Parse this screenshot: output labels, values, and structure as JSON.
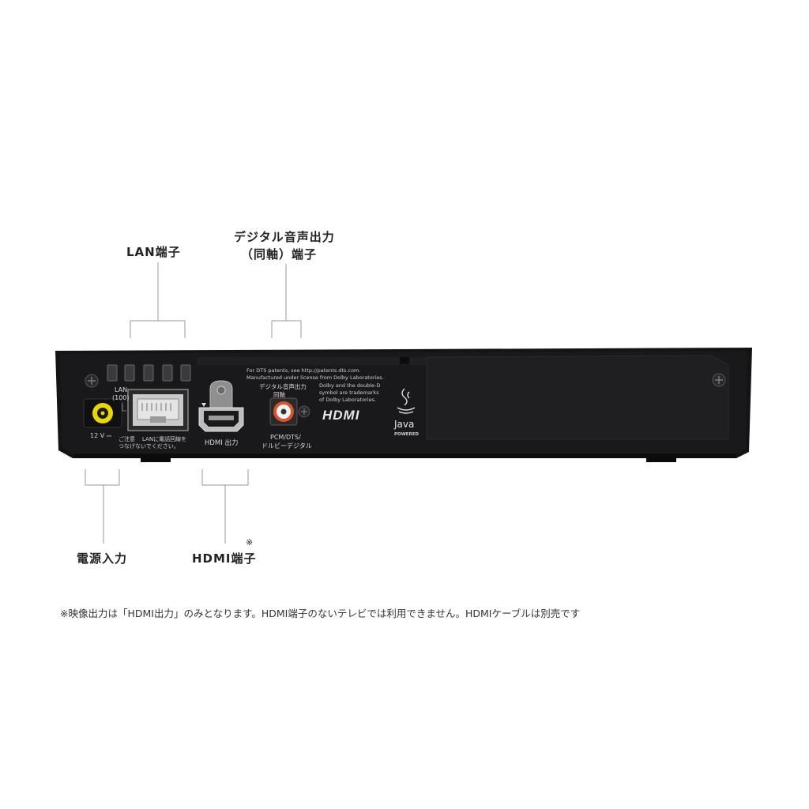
{
  "callouts": {
    "lan": "LAN端子",
    "digital_audio_line1": "デジタル音声出力",
    "digital_audio_line2": "（同軸）端子",
    "power": "電源入力",
    "hdmi": "HDMI端子",
    "hdmi_mark": "※"
  },
  "footnote": "※映像出力は「HDMI出力」のみとなります。HDMI端子のないテレビでは利用できません。HDMIケーブルは別売です",
  "panel": {
    "lan_label": "LAN",
    "lan_speed": "(100)",
    "lan_caution_head": "ご注意",
    "lan_caution_line1": "LANに電話回線を",
    "lan_caution_line2": "つなげないでください。",
    "power_voltage": "12 V ⎓",
    "hdmi_output": "HDMI 出力",
    "digital_out_line1": "デジタル音声出力",
    "digital_out_line2": "同軸",
    "coax_format_line1": "PCM/DTS/",
    "coax_format_line2": "ドルビーデジタル",
    "dts_notice_line1": "For DTS patents, see http://patents.dts.com.",
    "dts_notice_line2": "Manufactured under license from Dolby Laboratories.",
    "dolby_line1": "Dolby and the double-D",
    "dolby_line2": "symbol are trademarks",
    "dolby_line3": "of Dolby Laboratories.",
    "hdmi_logo": "HDMI",
    "java_logo": "Java",
    "java_sub": "POWERED"
  },
  "colors": {
    "body": "#141416",
    "panel": "#1d1d20",
    "power_jack": "#e8d800",
    "coax_ring": "#d8532a",
    "line": "#9a9a9a"
  }
}
